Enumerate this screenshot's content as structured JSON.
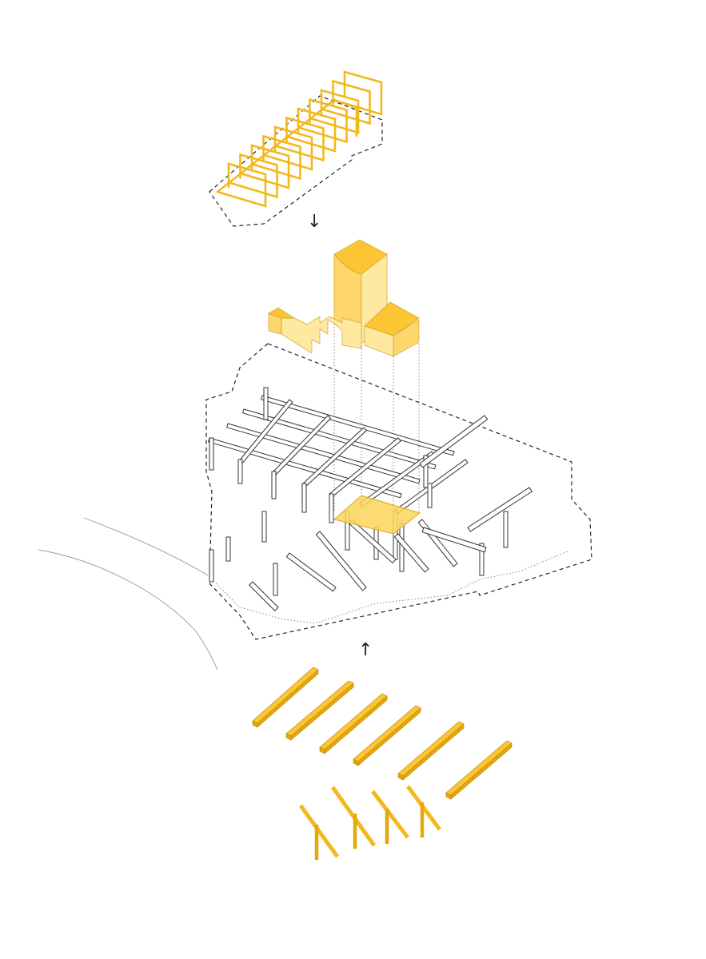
{
  "arrows": {
    "down": "↓",
    "up": "↑"
  },
  "colors": {
    "accent_yellow": "#fcc534",
    "accent_yellow_dark": "#e6a70a",
    "volume_light": "#ffe9a0",
    "line_dark": "#222222",
    "terrain_grey": "#9a9a9a"
  },
  "components": [
    "roof-frame-layer",
    "building-volumes",
    "main-structure-frame",
    "highlighted-platform",
    "foundation-beams",
    "support-columns"
  ]
}
